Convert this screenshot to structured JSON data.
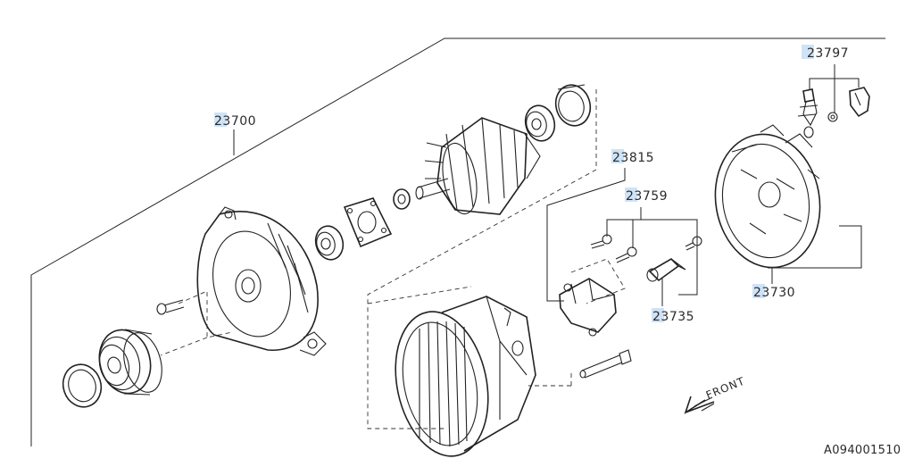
{
  "part_numbers": {
    "assembly": "23700",
    "terminal_kit": "23797",
    "regulator": "23815",
    "screw_set": "23759",
    "rear_cover": "23730",
    "brush_set": "23735"
  },
  "direction_label": "FRONT",
  "drawing_code": "A094001510"
}
